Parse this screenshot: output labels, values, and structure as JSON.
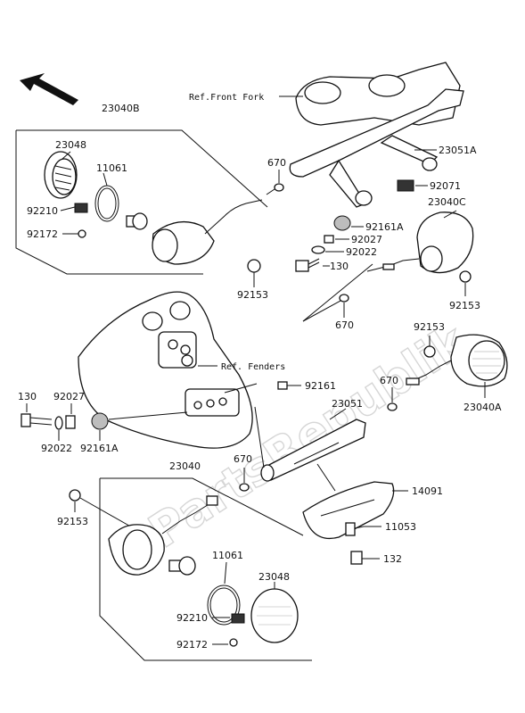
{
  "parts": {
    "p23040B": "23040B",
    "p23048_top": "23048",
    "p11061_top": "11061",
    "p92210_top": "92210",
    "p92172_top": "92172",
    "p670_a": "670",
    "p92153_a": "92153",
    "p23051A": "23051A",
    "p92071": "92071",
    "p92161A_a": "92161A",
    "p23040C": "23040C",
    "p92027_a": "92027",
    "p92022_a": "92022",
    "p130_a": "130",
    "p92153_b": "92153",
    "p670_b": "670",
    "p92153_c": "92153",
    "p92161": "92161",
    "p670_c": "670",
    "p23051": "23051",
    "p23040A": "23040A",
    "p130_b": "130",
    "p92027_b": "92027",
    "p92022_b": "92022",
    "p92161A_b": "92161A",
    "p23040": "23040",
    "p670_d": "670",
    "p14091": "14091",
    "p92153_d": "92153",
    "p11053": "11053",
    "p132": "132",
    "p11061_bot": "11061",
    "p23048_bot": "23048",
    "p92210_bot": "92210",
    "p92172_bot": "92172"
  },
  "refs": {
    "front_fork": "Ref.Front Fork",
    "fenders": "Ref. Fenders"
  },
  "watermark": "PartsRepublik"
}
